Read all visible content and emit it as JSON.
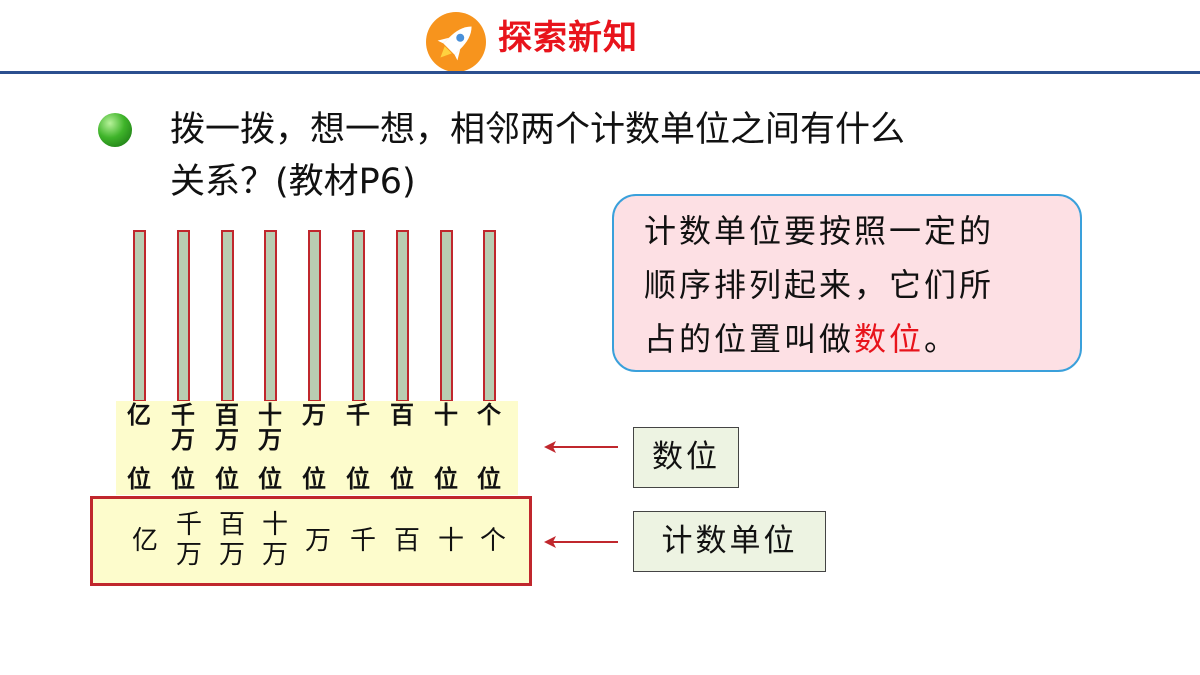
{
  "header": {
    "title": "探索新知",
    "icon": "rocket-icon",
    "accent_color": "#e8141c",
    "rule_color": "#2b4f8f"
  },
  "question": {
    "line1": "拨一拨，想一想，相邻两个计数单位之间有什么",
    "line2": "关系？(教材P6)"
  },
  "info": {
    "line1": "计数单位要按照一定的",
    "line2": "顺序排列起来，它们所",
    "line3_prefix": "占的位置叫做",
    "line3_highlight": "数位",
    "line3_suffix": "。"
  },
  "place_values": [
    {
      "name": "亿",
      "suffix": "位"
    },
    {
      "name": "千\n万",
      "suffix": "位"
    },
    {
      "name": "百\n万",
      "suffix": "位"
    },
    {
      "name": "十\n万",
      "suffix": "位"
    },
    {
      "name": "万",
      "suffix": "位"
    },
    {
      "name": "千",
      "suffix": "位"
    },
    {
      "name": "百",
      "suffix": "位"
    },
    {
      "name": "十",
      "suffix": "位"
    },
    {
      "name": "个",
      "suffix": "位"
    }
  ],
  "counting_units": [
    "亿",
    "千\n万",
    "百\n万",
    "十\n万",
    "万",
    "千",
    "百",
    "十",
    "个"
  ],
  "labels": {
    "place_value": "数位",
    "counting_unit": "计数单位"
  },
  "colors": {
    "rod_border": "#c0272d",
    "rod_fill": "#b9cdb2",
    "row_fill": "#fdfccc",
    "info_fill": "#fde0e4",
    "info_border": "#3aa0db"
  }
}
